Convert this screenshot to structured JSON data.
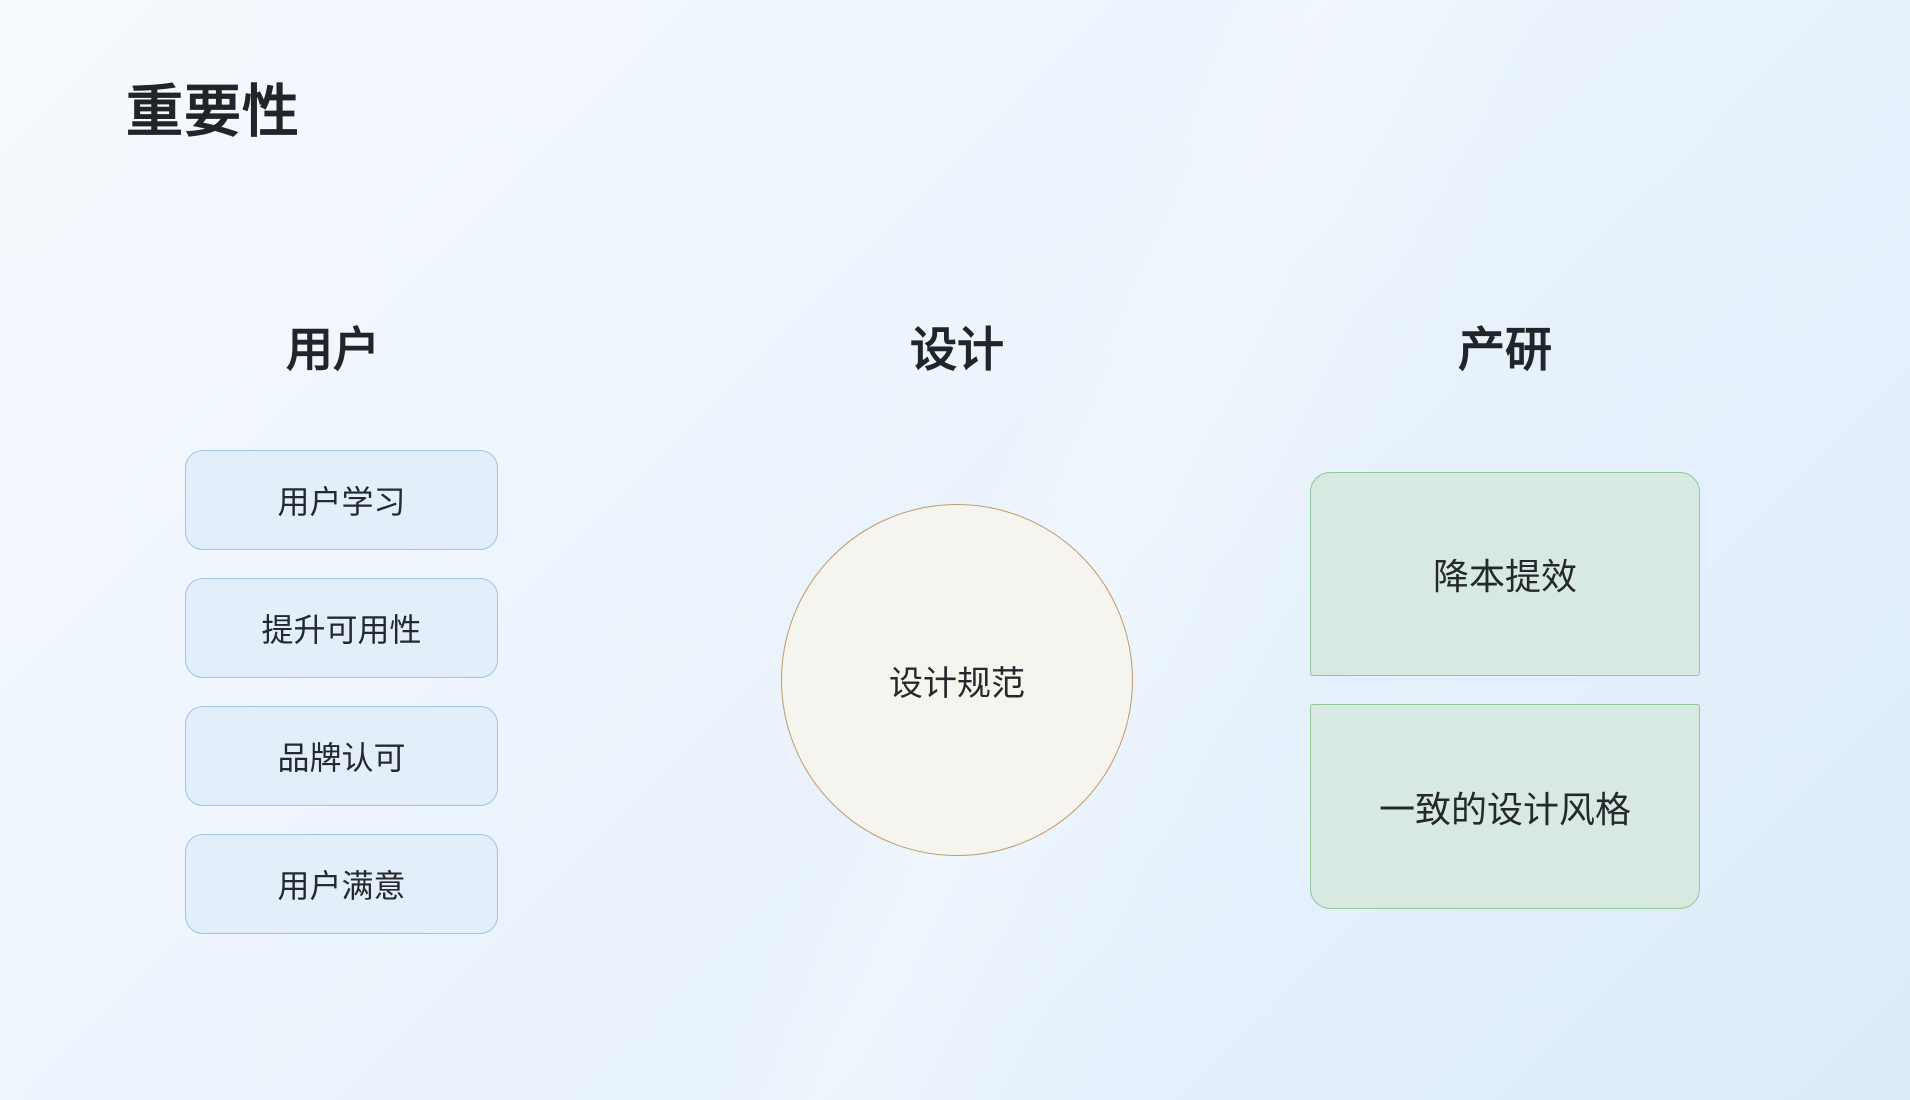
{
  "title": "重要性",
  "columns": {
    "user": {
      "header": "用户",
      "items": [
        "用户学习",
        "提升可用性",
        "品牌认可",
        "用户满意"
      ]
    },
    "design": {
      "header": "设计",
      "circle_label": "设计规范"
    },
    "product": {
      "header": "产研",
      "items": [
        "降本提效",
        "一致的设计风格"
      ]
    }
  },
  "colors": {
    "background_start": "#f6fafe",
    "background_end": "#ddecfa",
    "heading_text": "#212529",
    "box_text": "#25282c",
    "blue_box_fill": "#e2effb",
    "blue_box_border": "#9fc4e7",
    "green_box_fill": "#d8e9e2",
    "green_box_border": "#8ec89b",
    "circle_fill": "#f6f4ee",
    "circle_border": "#c09a6a"
  }
}
